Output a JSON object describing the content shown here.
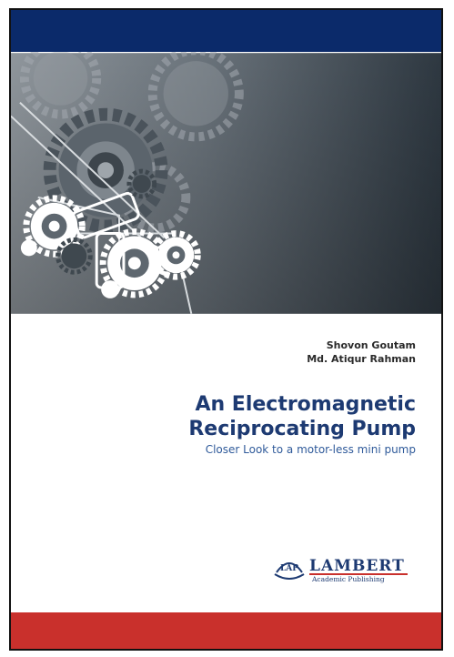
{
  "cover": {
    "authors": [
      "Shovon Goutam",
      "Md. Atiqur Rahman"
    ],
    "title_lines": [
      "An Electromagnetic",
      "Reciprocating Pump"
    ],
    "subtitle": "Closer Look to a motor-less mini pump",
    "publisher": {
      "logo_text": "LAP",
      "name": "LAMBERT",
      "tagline": "Academic Publishing"
    },
    "colors": {
      "top_band": "#0b2a6a",
      "bottom_band": "#c9302c",
      "title": "#1d3a72",
      "subtitle": "#2f5a9a"
    },
    "cover_art": "gears-and-cogs-illustration"
  }
}
